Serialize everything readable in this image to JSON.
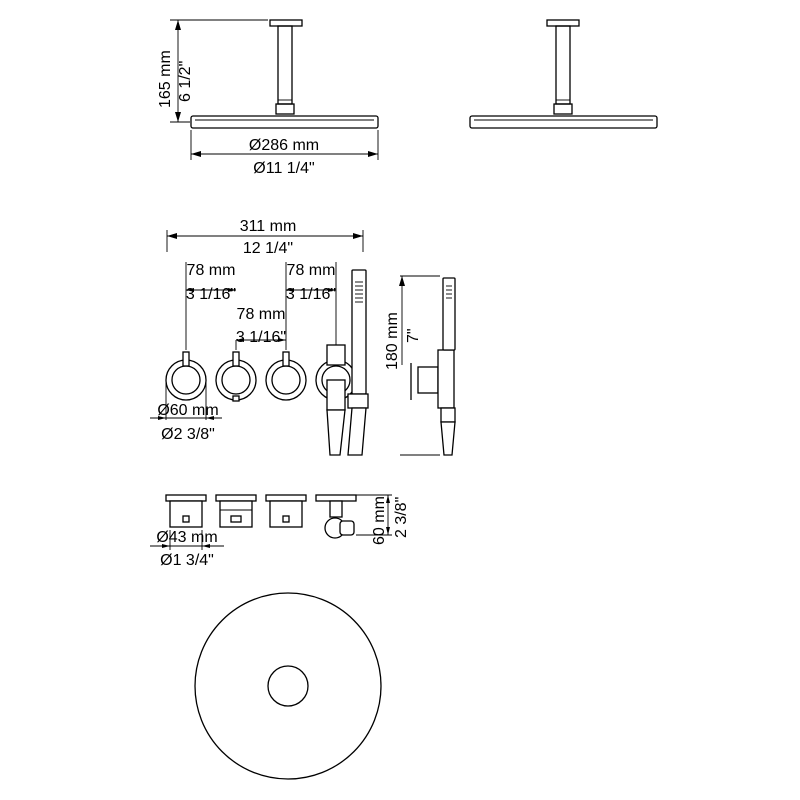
{
  "dimensions": {
    "shower_height_mm": "165 mm",
    "shower_height_in": "6 1/2\"",
    "shower_diameter_mm": "Ø286 mm",
    "shower_diameter_in": "Ø11 1/4\"",
    "total_width_mm": "311 mm",
    "total_width_in": "12 1/4\"",
    "spacing_left_mm": "78 mm",
    "spacing_left_in": "3 1/16\"",
    "spacing_right_mm": "78 mm",
    "spacing_right_in": "3 1/16\"",
    "spacing_middle_mm": "78 mm",
    "spacing_middle_in": "3 1/16\"",
    "knob_diameter_mm": "Ø60 mm",
    "knob_diameter_in": "Ø2 3/8\"",
    "handshower_height_mm": "180 mm",
    "handshower_height_in": "7\"",
    "body_diameter_mm": "Ø43 mm",
    "body_diameter_in": "Ø1 3/4\"",
    "body_depth_mm": "60 mm",
    "body_depth_in": "2 3/8\""
  },
  "colors": {
    "line": "#000000",
    "background": "#ffffff"
  }
}
